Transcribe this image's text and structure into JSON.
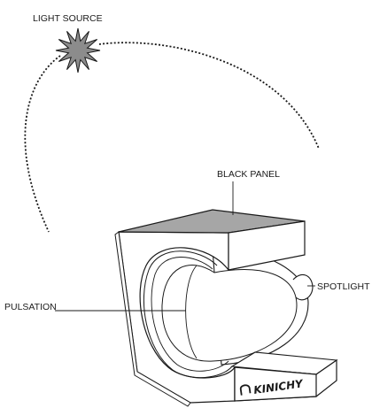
{
  "labels": {
    "light_source": "LIGHT SOURCE",
    "black_panel": "BLACK PANEL",
    "spotlight": "SPOTLIGHT",
    "pulsation": "PULSATION"
  },
  "brand": {
    "logo_text": "KINICHY"
  },
  "colors": {
    "ink": "#1a1a1a",
    "star_fill": "#8c8c8c",
    "panel_top_fill": "#a6a6a6",
    "device_fill": "#ffffff"
  },
  "icons": {
    "light_source": "star-burst-icon"
  }
}
